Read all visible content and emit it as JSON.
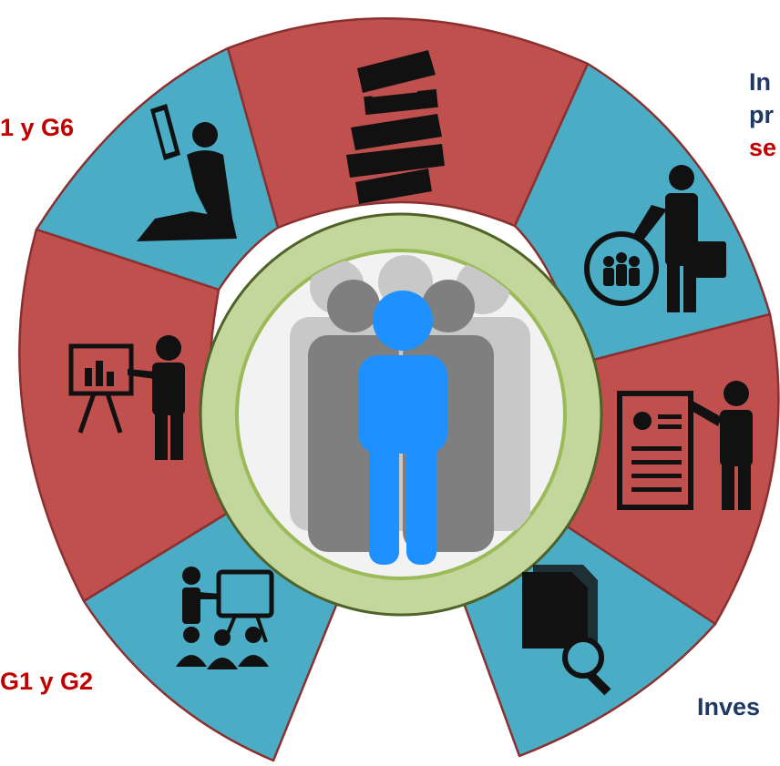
{
  "colors": {
    "red_segment": "#C0504D",
    "blue_segment": "#4BACC6",
    "segment_border": "#8B2F2F",
    "ring_fill": "#C3D69B",
    "ring_border": "#4F6228",
    "hub_fill": "#F2F2F2",
    "hub_border": "#9BBB59",
    "highlight_person": "#1E90FF",
    "text_red": "#C00000",
    "text_navy": "#1F3864",
    "icon": "#111111"
  },
  "labels": {
    "top_left": "1 y G6",
    "top_right_line1": "In",
    "top_right_line2": "pr",
    "top_right_line3": "se",
    "bottom_left": "G1 y G2",
    "bottom_right": "Inves"
  },
  "segments": [
    {
      "name": "reading-segment",
      "color": "blue",
      "icon": "reading-person-icon"
    },
    {
      "name": "books-segment",
      "color": "red",
      "icon": "book-stack-icon"
    },
    {
      "name": "manager-segment",
      "color": "blue",
      "icon": "manager-team-icon"
    },
    {
      "name": "certificate-segment",
      "color": "red",
      "icon": "certificate-presenter-icon"
    },
    {
      "name": "research-segment",
      "color": "blue",
      "icon": "document-search-icon"
    },
    {
      "name": "training-segment",
      "color": "blue",
      "icon": "training-audience-icon"
    },
    {
      "name": "presentation-segment",
      "color": "red",
      "icon": "chart-presenter-icon"
    }
  ],
  "center": {
    "icon": "group-people-icon"
  }
}
